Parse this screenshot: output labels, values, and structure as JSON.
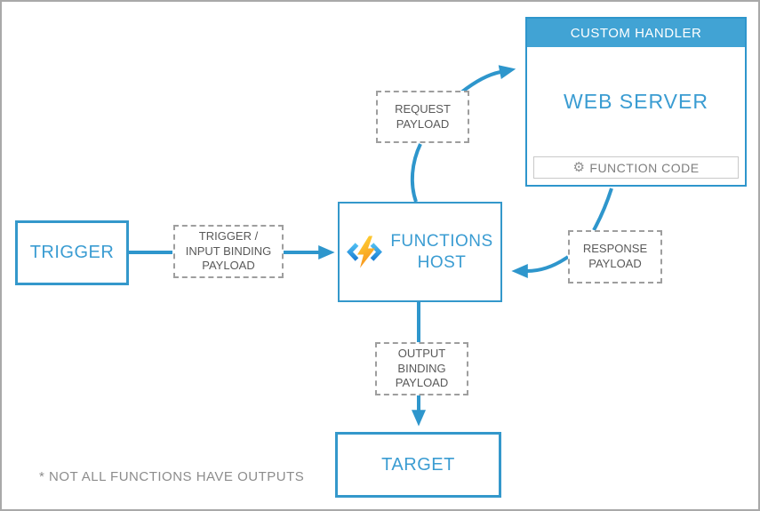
{
  "colors": {
    "accent_blue": "#2e96cc",
    "header_blue": "#41a3d4",
    "label_blue": "#3a9cd2",
    "dash_gray": "#9e9e9e",
    "payload_text_gray": "#595959",
    "function_code_gray": "#7f7f7f",
    "footnote_gray": "#8c8c8c",
    "frame_gray": "#a9a9a9",
    "bolt_yellow": "#ffd835",
    "bolt_orange": "#f7941e"
  },
  "nodes": {
    "trigger": {
      "label": "TRIGGER"
    },
    "functions_host": {
      "label_lines": [
        "FUNCTIONS",
        "HOST"
      ],
      "icon": "azure-functions-icon"
    },
    "custom_handler": {
      "header": "CUSTOM HANDLER",
      "body": "WEB SERVER",
      "function_code": {
        "icon": "gear-icon",
        "glyph": "⚙",
        "label": "FUNCTION CODE"
      }
    },
    "target": {
      "label": "TARGET"
    }
  },
  "payloads": {
    "trigger_input": {
      "lines": [
        "TRIGGER /",
        "INPUT BINDING",
        "PAYLOAD"
      ]
    },
    "request": {
      "lines": [
        "REQUEST",
        "PAYLOAD"
      ]
    },
    "response": {
      "lines": [
        "RESPONSE",
        "PAYLOAD"
      ]
    },
    "output": {
      "lines": [
        "OUTPUT",
        "BINDING",
        "PAYLOAD"
      ]
    }
  },
  "footnote": "* NOT ALL FUNCTIONS HAVE OUTPUTS"
}
